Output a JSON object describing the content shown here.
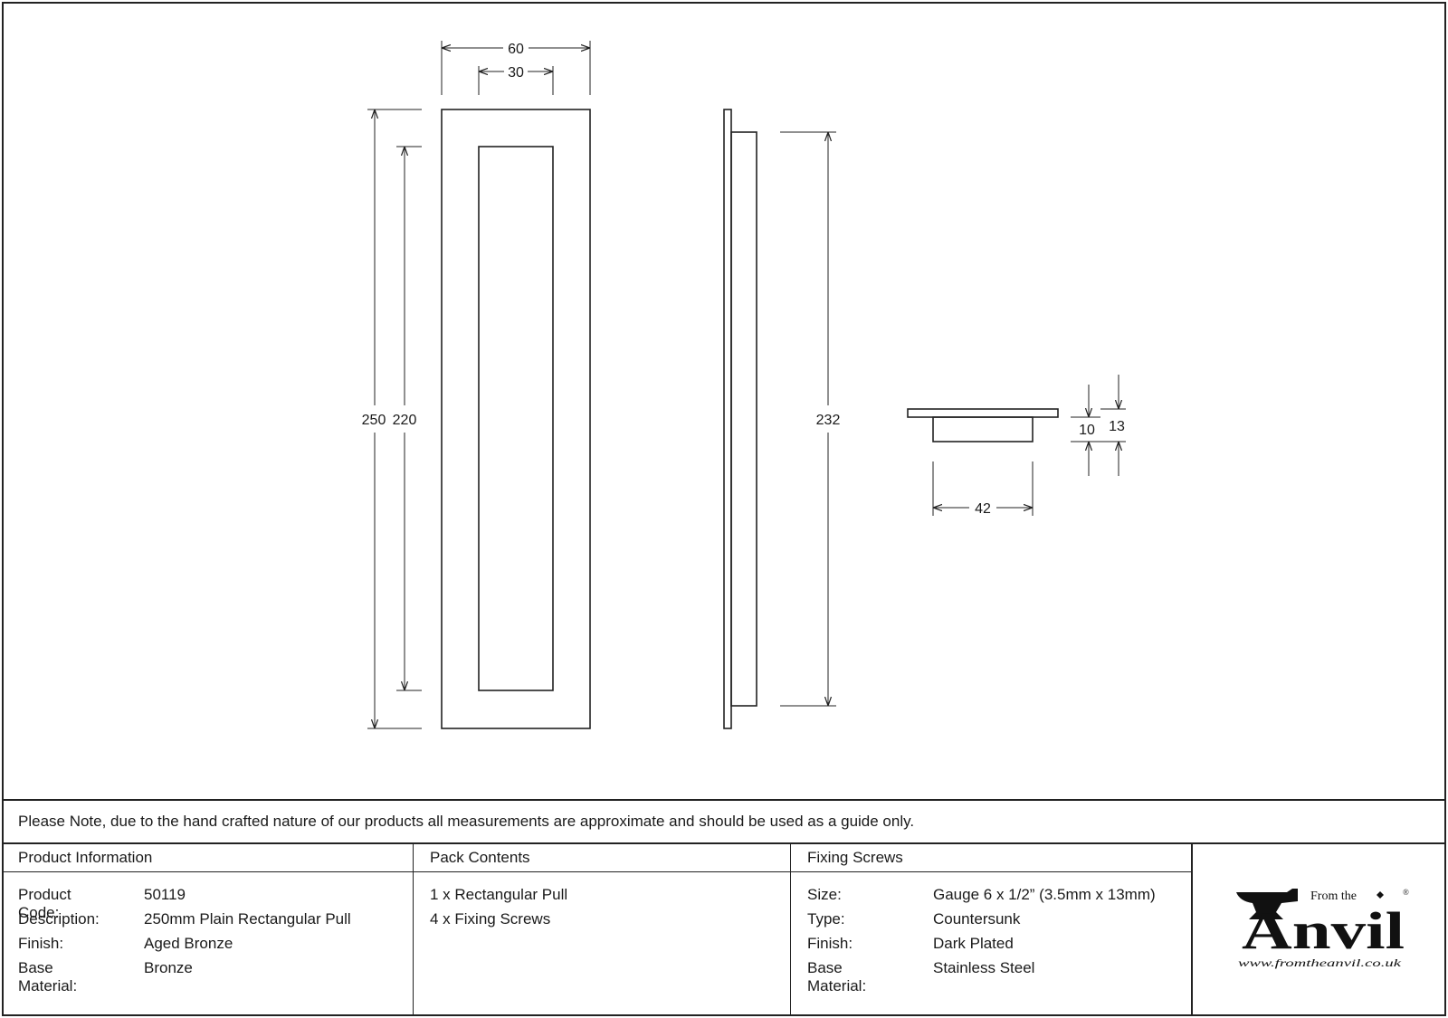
{
  "dimensions": {
    "front_width_outer": "60",
    "front_width_inner": "30",
    "front_height_outer": "250",
    "front_height_inner": "220",
    "side_height": "232",
    "end_depth_inner": "10",
    "end_depth_outer": "13",
    "end_width": "42"
  },
  "note": "Please Note, due to the hand crafted nature of our products all measurements are approximate and should be used as a guide only.",
  "product_info": {
    "header": "Product Information",
    "rows": [
      {
        "label": "Product Code:",
        "value": "50119"
      },
      {
        "label": "Description:",
        "value": "250mm Plain Rectangular Pull"
      },
      {
        "label": "Finish:",
        "value": "Aged Bronze"
      },
      {
        "label": "Base Material:",
        "value": "Bronze"
      }
    ]
  },
  "pack_contents": {
    "header": "Pack Contents",
    "items": [
      "1 x Rectangular Pull",
      "4 x Fixing Screws"
    ]
  },
  "fixing_screws": {
    "header": "Fixing Screws",
    "rows": [
      {
        "label": "Size:",
        "value": "Gauge 6 x 1/2” (3.5mm x 13mm)"
      },
      {
        "label": "Type:",
        "value": "Countersunk"
      },
      {
        "label": "Finish:",
        "value": "Dark Plated"
      },
      {
        "label": "Base Material:",
        "value": "Stainless Steel"
      }
    ]
  },
  "logo": {
    "from_the": "From the",
    "brand": "Anvil",
    "registered": "®",
    "url": "www.fromtheanvil.co.uk"
  }
}
